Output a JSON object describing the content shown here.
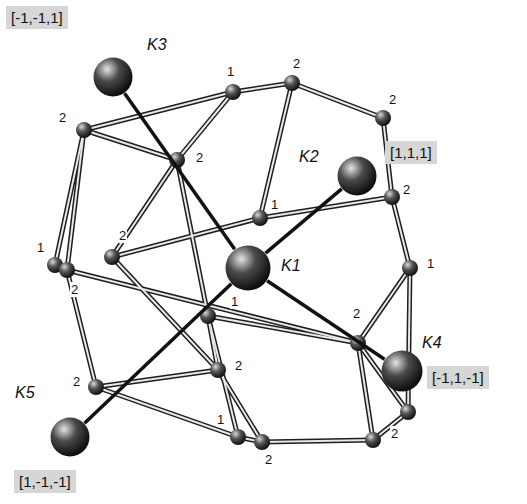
{
  "diagram": {
    "nodes": [
      {
        "text": [
          "K3",
          "[-1,-1,1]"
        ]
      },
      {
        "text": [
          "K2",
          "[1,1,1]"
        ]
      },
      {
        "text": [
          "K1"
        ]
      },
      {
        "text": [
          "K4",
          "[-1,1,-1]"
        ]
      },
      {
        "text": [
          "K5",
          "[1,-1,-1]"
        ]
      }
    ],
    "edges": [
      {
        "from": 2,
        "to": 0,
        "arrow": "none"
      },
      {
        "from": 2,
        "to": 1,
        "arrow": "none"
      },
      {
        "from": 2,
        "to": 3,
        "arrow": "none"
      },
      {
        "from": 2,
        "to": 4,
        "arrow": "none"
      }
    ],
    "labels": [
      "2",
      "1",
      "2",
      "2",
      "2",
      "2",
      "1",
      "2",
      "1",
      "1",
      "2",
      "1",
      "2",
      "2",
      "2",
      "1",
      "2",
      "2"
    ]
  }
}
